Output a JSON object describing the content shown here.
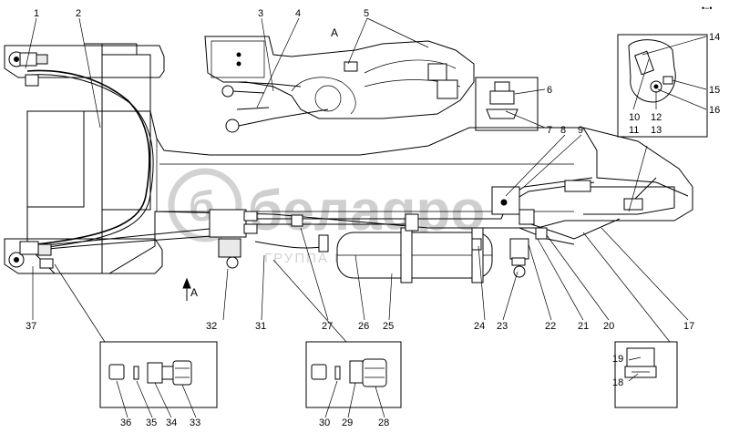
{
  "callouts": [
    "1",
    "2",
    "3",
    "4",
    "5",
    "6",
    "7",
    "8",
    "9",
    "10",
    "11",
    "12",
    "13",
    "14",
    "15",
    "16",
    "17",
    "18",
    "19",
    "20",
    "21",
    "22",
    "23",
    "24",
    "25",
    "26",
    "27",
    "28",
    "29",
    "30",
    "31",
    "32",
    "33",
    "34",
    "35",
    "36",
    "37"
  ],
  "view_marks": {
    "inset_top": "A",
    "arrow_bottom": "A"
  },
  "watermark": {
    "brand": "белаgро",
    "tagline": "ГРУППА КОМПАНИЙ",
    "letter": "б"
  },
  "corner_mark": "•−•"
}
